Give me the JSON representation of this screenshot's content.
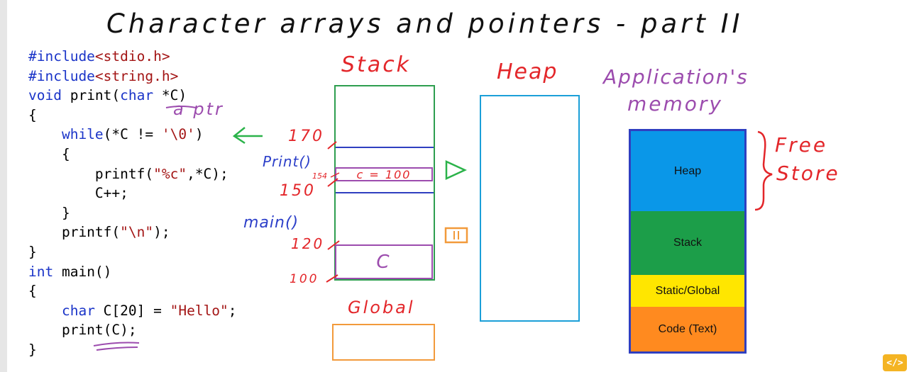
{
  "title": "Character arrays and pointers - part II",
  "code_lines": [
    {
      "segments": [
        {
          "t": "#include",
          "c": "pp"
        },
        {
          "t": "<stdio.h>",
          "c": "str"
        }
      ]
    },
    {
      "segments": [
        {
          "t": "#include",
          "c": "pp"
        },
        {
          "t": "<string.h>",
          "c": "str"
        }
      ]
    },
    {
      "segments": [
        {
          "t": "void",
          "c": "kw"
        },
        {
          "t": " print(",
          "c": ""
        },
        {
          "t": "char",
          "c": "kw"
        },
        {
          "t": " *C)",
          "c": ""
        }
      ]
    },
    {
      "segments": [
        {
          "t": "{",
          "c": ""
        }
      ]
    },
    {
      "segments": [
        {
          "t": "    ",
          "c": ""
        },
        {
          "t": "while",
          "c": "kw"
        },
        {
          "t": "(*C != ",
          "c": ""
        },
        {
          "t": "'\\0'",
          "c": "str"
        },
        {
          "t": ")",
          "c": ""
        }
      ]
    },
    {
      "segments": [
        {
          "t": "    {",
          "c": ""
        }
      ]
    },
    {
      "segments": [
        {
          "t": "        printf(",
          "c": ""
        },
        {
          "t": "\"%c\"",
          "c": "str"
        },
        {
          "t": ",*C);",
          "c": ""
        }
      ]
    },
    {
      "segments": [
        {
          "t": "        C++;",
          "c": ""
        }
      ]
    },
    {
      "segments": [
        {
          "t": "    }",
          "c": ""
        }
      ]
    },
    {
      "segments": [
        {
          "t": "    printf(",
          "c": ""
        },
        {
          "t": "\"\\n\"",
          "c": "str"
        },
        {
          "t": ");",
          "c": ""
        }
      ]
    },
    {
      "segments": [
        {
          "t": "}",
          "c": ""
        }
      ]
    },
    {
      "segments": [
        {
          "t": "int",
          "c": "kw"
        },
        {
          "t": " main()",
          "c": ""
        }
      ]
    },
    {
      "segments": [
        {
          "t": "{",
          "c": ""
        }
      ]
    },
    {
      "segments": [
        {
          "t": "    ",
          "c": ""
        },
        {
          "t": "char",
          "c": "kw"
        },
        {
          "t": " C[20] = ",
          "c": ""
        },
        {
          "t": "\"Hello\"",
          "c": "str"
        },
        {
          "t": ";",
          "c": ""
        }
      ]
    },
    {
      "segments": [
        {
          "t": "    print(C);",
          "c": ""
        }
      ]
    },
    {
      "segments": [
        {
          "t": "}",
          "c": ""
        }
      ]
    }
  ],
  "annotations": {
    "aptr": "a ptr",
    "stack_label": "Stack",
    "heap_label": "Heap",
    "global_label": "Global",
    "app_memory_line1": "Application's",
    "app_memory_line2": "memory",
    "free_store_line1": "Free",
    "free_store_line2": "Store",
    "print_frame": "Print()",
    "main_frame": "main()",
    "addr_170": "170",
    "addr_154": "154",
    "addr_150": "150",
    "addr_120": "120",
    "addr_100": "100",
    "c_eq_100": "c = 100",
    "c_array": "C"
  },
  "memory_layout": {
    "segments": [
      {
        "label": "Heap",
        "color": "#0a97e8"
      },
      {
        "label": "Stack",
        "color": "#1c9e49"
      },
      {
        "label": "Static/Global",
        "color": "#ffe600"
      },
      {
        "label": "Code (Text)",
        "color": "#ff8a1f"
      }
    ],
    "border_color": "#2f3fc0"
  },
  "colors": {
    "stack_box": "#2e9e4f",
    "heap_box": "#1b9fd8",
    "global_box": "#f29a3b",
    "frame_line": "#2f3fc0",
    "frame_purple": "#9c4cae",
    "hand_red": "#e3262a"
  },
  "logo_text": "</>"
}
